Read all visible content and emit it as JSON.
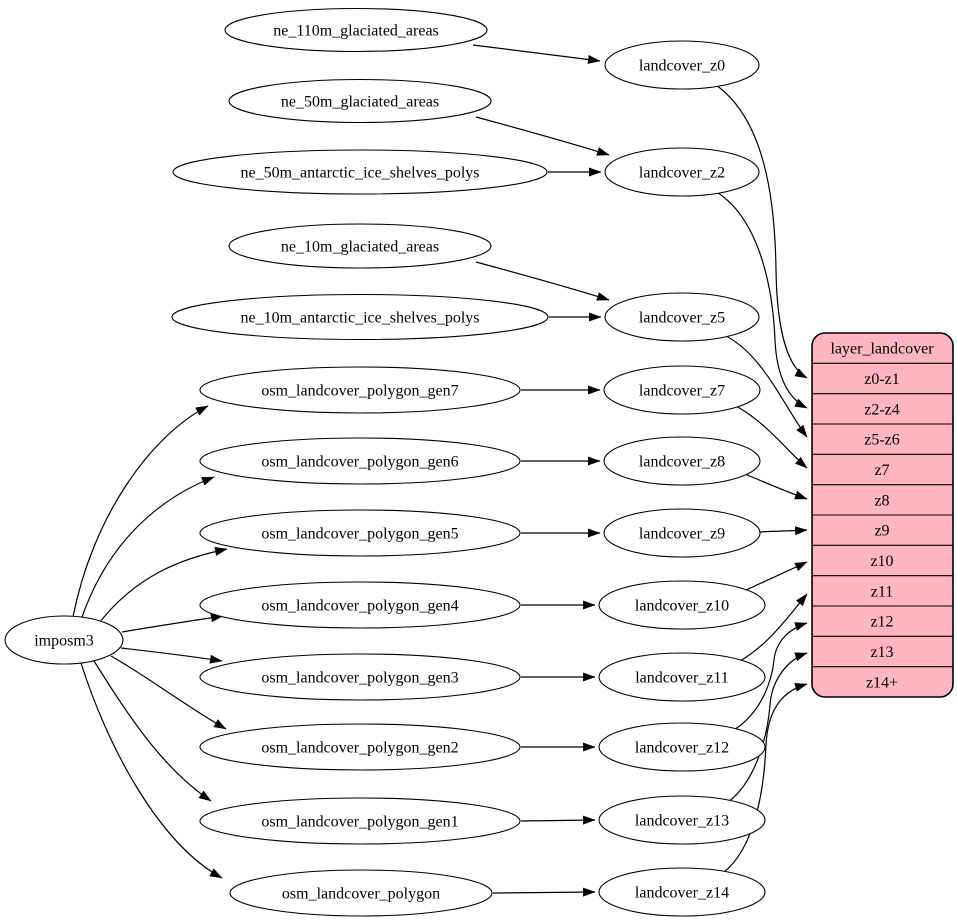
{
  "colors": {
    "background": "#ffffff",
    "node_fill": "#ffffff",
    "stroke": "#000000",
    "table_fill": "#ffb6c1"
  },
  "nodes": {
    "imposm3": "imposm3",
    "ne_110m_glaciated_areas": "ne_110m_glaciated_areas",
    "ne_50m_glaciated_areas": "ne_50m_glaciated_areas",
    "ne_50m_antarctic_ice_shelves_polys": "ne_50m_antarctic_ice_shelves_polys",
    "ne_10m_glaciated_areas": "ne_10m_glaciated_areas",
    "ne_10m_antarctic_ice_shelves_polys": "ne_10m_antarctic_ice_shelves_polys",
    "osm_landcover_polygon_gen7": "osm_landcover_polygon_gen7",
    "osm_landcover_polygon_gen6": "osm_landcover_polygon_gen6",
    "osm_landcover_polygon_gen5": "osm_landcover_polygon_gen5",
    "osm_landcover_polygon_gen4": "osm_landcover_polygon_gen4",
    "osm_landcover_polygon_gen3": "osm_landcover_polygon_gen3",
    "osm_landcover_polygon_gen2": "osm_landcover_polygon_gen2",
    "osm_landcover_polygon_gen1": "osm_landcover_polygon_gen1",
    "osm_landcover_polygon": "osm_landcover_polygon",
    "landcover_z0": "landcover_z0",
    "landcover_z2": "landcover_z2",
    "landcover_z5": "landcover_z5",
    "landcover_z7": "landcover_z7",
    "landcover_z8": "landcover_z8",
    "landcover_z9": "landcover_z9",
    "landcover_z10": "landcover_z10",
    "landcover_z11": "landcover_z11",
    "landcover_z12": "landcover_z12",
    "landcover_z13": "landcover_z13",
    "landcover_z14": "landcover_z14"
  },
  "table": {
    "title": "layer_landcover",
    "rows": [
      "z0-z1",
      "z2-z4",
      "z5-z6",
      "z7",
      "z8",
      "z9",
      "z10",
      "z11",
      "z12",
      "z13",
      "z14+"
    ]
  },
  "edges": [
    {
      "from": "ne_110m_glaciated_areas",
      "to": "landcover_z0"
    },
    {
      "from": "ne_50m_glaciated_areas",
      "to": "landcover_z2"
    },
    {
      "from": "ne_50m_antarctic_ice_shelves_polys",
      "to": "landcover_z2"
    },
    {
      "from": "ne_10m_glaciated_areas",
      "to": "landcover_z5"
    },
    {
      "from": "ne_10m_antarctic_ice_shelves_polys",
      "to": "landcover_z5"
    },
    {
      "from": "imposm3",
      "to": "osm_landcover_polygon_gen7"
    },
    {
      "from": "imposm3",
      "to": "osm_landcover_polygon_gen6"
    },
    {
      "from": "imposm3",
      "to": "osm_landcover_polygon_gen5"
    },
    {
      "from": "imposm3",
      "to": "osm_landcover_polygon_gen4"
    },
    {
      "from": "imposm3",
      "to": "osm_landcover_polygon_gen3"
    },
    {
      "from": "imposm3",
      "to": "osm_landcover_polygon_gen2"
    },
    {
      "from": "imposm3",
      "to": "osm_landcover_polygon_gen1"
    },
    {
      "from": "imposm3",
      "to": "osm_landcover_polygon"
    },
    {
      "from": "osm_landcover_polygon_gen7",
      "to": "landcover_z7"
    },
    {
      "from": "osm_landcover_polygon_gen6",
      "to": "landcover_z8"
    },
    {
      "from": "osm_landcover_polygon_gen5",
      "to": "landcover_z9"
    },
    {
      "from": "osm_landcover_polygon_gen4",
      "to": "landcover_z10"
    },
    {
      "from": "osm_landcover_polygon_gen3",
      "to": "landcover_z11"
    },
    {
      "from": "osm_landcover_polygon_gen2",
      "to": "landcover_z12"
    },
    {
      "from": "osm_landcover_polygon_gen1",
      "to": "landcover_z13"
    },
    {
      "from": "osm_landcover_polygon",
      "to": "landcover_z14"
    },
    {
      "from": "landcover_z0",
      "to": "layer_landcover.z0-z1"
    },
    {
      "from": "landcover_z2",
      "to": "layer_landcover.z2-z4"
    },
    {
      "from": "landcover_z5",
      "to": "layer_landcover.z5-z6"
    },
    {
      "from": "landcover_z7",
      "to": "layer_landcover.z7"
    },
    {
      "from": "landcover_z8",
      "to": "layer_landcover.z8"
    },
    {
      "from": "landcover_z9",
      "to": "layer_landcover.z9"
    },
    {
      "from": "landcover_z10",
      "to": "layer_landcover.z10"
    },
    {
      "from": "landcover_z11",
      "to": "layer_landcover.z11"
    },
    {
      "from": "landcover_z12",
      "to": "layer_landcover.z12"
    },
    {
      "from": "landcover_z13",
      "to": "layer_landcover.z13"
    },
    {
      "from": "landcover_z14",
      "to": "layer_landcover.z14+"
    }
  ]
}
